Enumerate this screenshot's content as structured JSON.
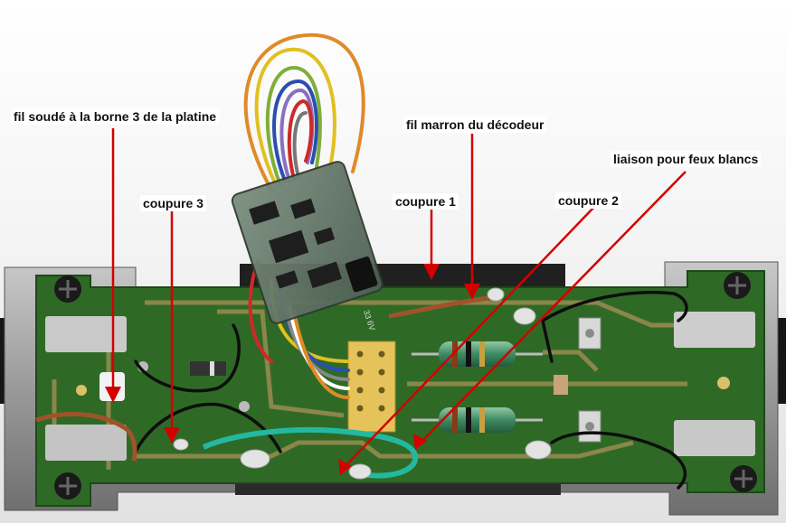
{
  "annotations": {
    "solder_wire": "fil soudé à la borne 3 de la platine",
    "brown_wire": "fil marron du décodeur",
    "white_lights": "liaison pour feux blancs",
    "cut_3": "coupure 3",
    "cut_1": "coupure 1",
    "cut_2": "coupure 2"
  },
  "capacitor_text": "33 6V",
  "colors": {
    "pcb": "#2e6a26",
    "copper": "#9c8c50",
    "arrow": "#d40000",
    "chassis": "#9a9a9a"
  }
}
